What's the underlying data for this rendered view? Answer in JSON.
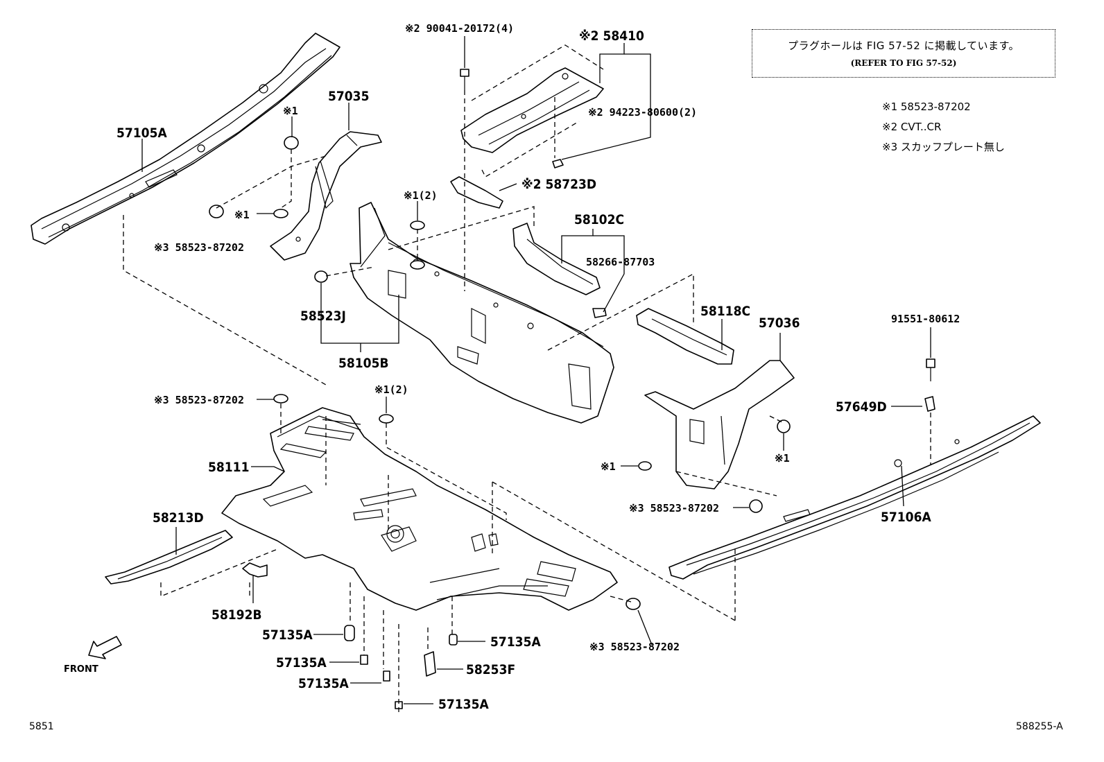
{
  "note": {
    "japanese": "プラグホールは FIG 57-52 に掲載しています。",
    "english": "(REFER TO FIG 57-52)"
  },
  "legend": [
    "※1  58523-87202",
    "※2  CVT..CR",
    "※3  スカッフプレート無し"
  ],
  "labels": {
    "p57105A": "57105A",
    "p57035": "57035",
    "m1_top": "※1",
    "m1_left": "※1",
    "p58523_87202_a": "※3  58523-87202",
    "p90041": "※2  90041-20172(4)",
    "p58410": "※2  58410",
    "p94223": "※2  94223-80600(2)",
    "p58723D": "※2  58723D",
    "m1_2_top": "※1(2)",
    "p58102C": "58102C",
    "p58266": "58266-87703",
    "p58523J": "58523J",
    "p58105B": "58105B",
    "p58118C": "58118C",
    "p57036": "57036",
    "p91551": "91551-80612",
    "p57649D": "57649D",
    "p58523_87202_b": "※3  58523-87202",
    "m1_2_mid": "※1(2)",
    "p58111": "58111",
    "p58213D": "58213D",
    "p58192B": "58192B",
    "m1_rightA": "※1",
    "m1_rightB": "※1",
    "p58523_87202_c": "※3  58523-87202",
    "p57106A": "57106A",
    "p57135A_1": "57135A",
    "p57135A_2": "57135A",
    "p57135A_3": "57135A",
    "p57135A_4": "57135A",
    "p57135A_5": "57135A",
    "p58253F": "58253F",
    "p58523_87202_d": "※3  58523-87202"
  },
  "front_label": "FRONT",
  "page_code": "5851",
  "figure_code": "588255-A"
}
